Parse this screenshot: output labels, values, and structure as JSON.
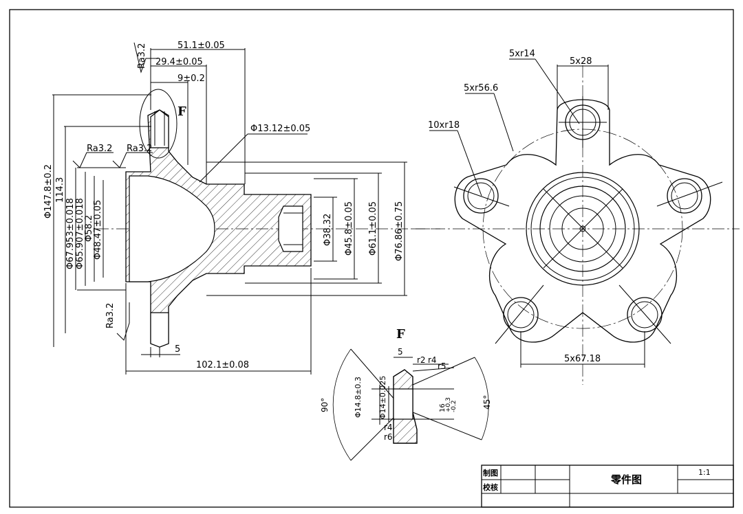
{
  "section_marker": "F",
  "detail_title": "F",
  "dimensions": {
    "d_51_1": "51.1±0.05",
    "d_29_4": "29.4±0.05",
    "d_9": "9±0.2",
    "d_13_12": "Φ13.12±0.05",
    "d_147_8": "Φ147.8±0.2",
    "d_114_3": "114.3",
    "d_67_953": "Φ67.953±0.018",
    "d_65_907": "Φ65.907±0.018",
    "d_58_2": "Φ58.2",
    "d_48_47": "Φ48.47±0.05",
    "d_38_32": "Φ38.32",
    "d_45_8": "Φ45.8±0.05",
    "d_61_1": "Φ61.1±0.05",
    "d_76_86": "Φ76.86±0.75",
    "d_5": "5",
    "d_102_1": "102.1±0.08"
  },
  "roughness": {
    "ra_top": "Ra3.2",
    "ra_left1": "Ra3.2",
    "ra_left2": "Ra3.2",
    "ra_bottom": "Ra3.2"
  },
  "front_view": {
    "r14": "5xr14",
    "w28": "5x28",
    "r56_6": "5xr56.6",
    "r18": "10xr18",
    "w67_18": "5x67.18"
  },
  "detail": {
    "d_5": "5",
    "r2": "r2",
    "r4": "r4",
    "r5": "r5",
    "d_14_8": "Φ14.8±0.3",
    "d_14": "Φ14±0.025",
    "tol_16": "16",
    "tol_plus": "+0.3",
    "tol_minus": "-0.2",
    "r4b": "r4",
    "r6": "r6",
    "angle_90": "90°",
    "angle_45": "45°"
  },
  "title_block": {
    "drawn_label": "制图",
    "check_label": "校核",
    "title": "零件图",
    "scale": "1:1"
  }
}
